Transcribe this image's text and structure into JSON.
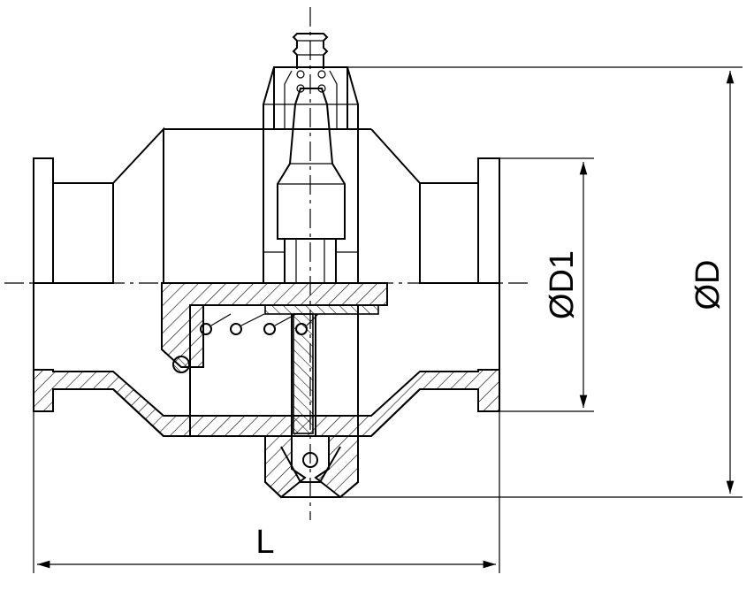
{
  "diagram": {
    "labels": {
      "length": "L",
      "inner_diameter": "ØD1",
      "outer_diameter": "ØD"
    },
    "colors": {
      "line": "#000000",
      "background": "#ffffff"
    }
  }
}
